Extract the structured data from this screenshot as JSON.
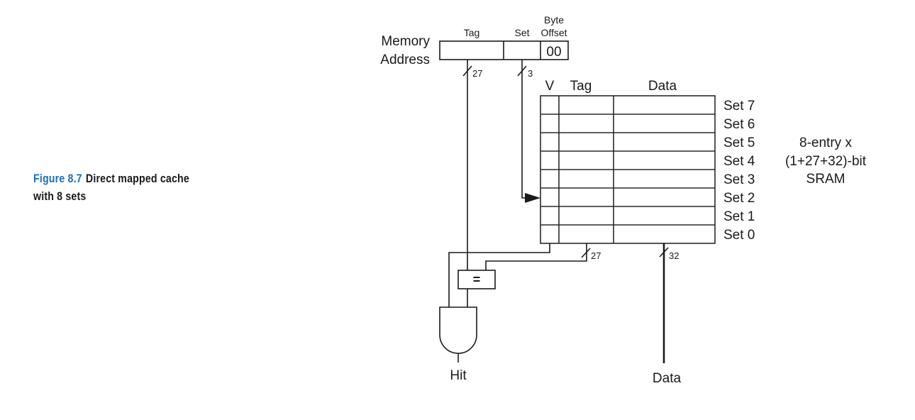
{
  "caption": {
    "figure_number": "Figure 8.7",
    "title_line1": "Direct mapped cache",
    "title_line2": "with 8 sets"
  },
  "memory_address": {
    "label_line1": "Memory",
    "label_line2": "Address",
    "fields": {
      "tag": "Tag",
      "set": "Set",
      "byte_offset_line1": "Byte",
      "byte_offset_line2": "Offset",
      "byte_offset_value": "00"
    },
    "tag_bus_width": "27",
    "set_bus_width": "3"
  },
  "cache": {
    "column_headers": {
      "valid": "V",
      "tag": "Tag",
      "data": "Data"
    },
    "sets": [
      "Set 7",
      "Set 6",
      "Set 5",
      "Set 4",
      "Set 3",
      "Set 2",
      "Set 1",
      "Set 0"
    ],
    "selected_set": "Set 2",
    "description_line1": "8-entry x",
    "description_line2": "(1+27+32)-bit",
    "description_line3": "SRAM",
    "tag_out_width": "27",
    "data_out_width": "32"
  },
  "logic": {
    "comparator_symbol": "=",
    "hit_label": "Hit",
    "data_label": "Data"
  }
}
